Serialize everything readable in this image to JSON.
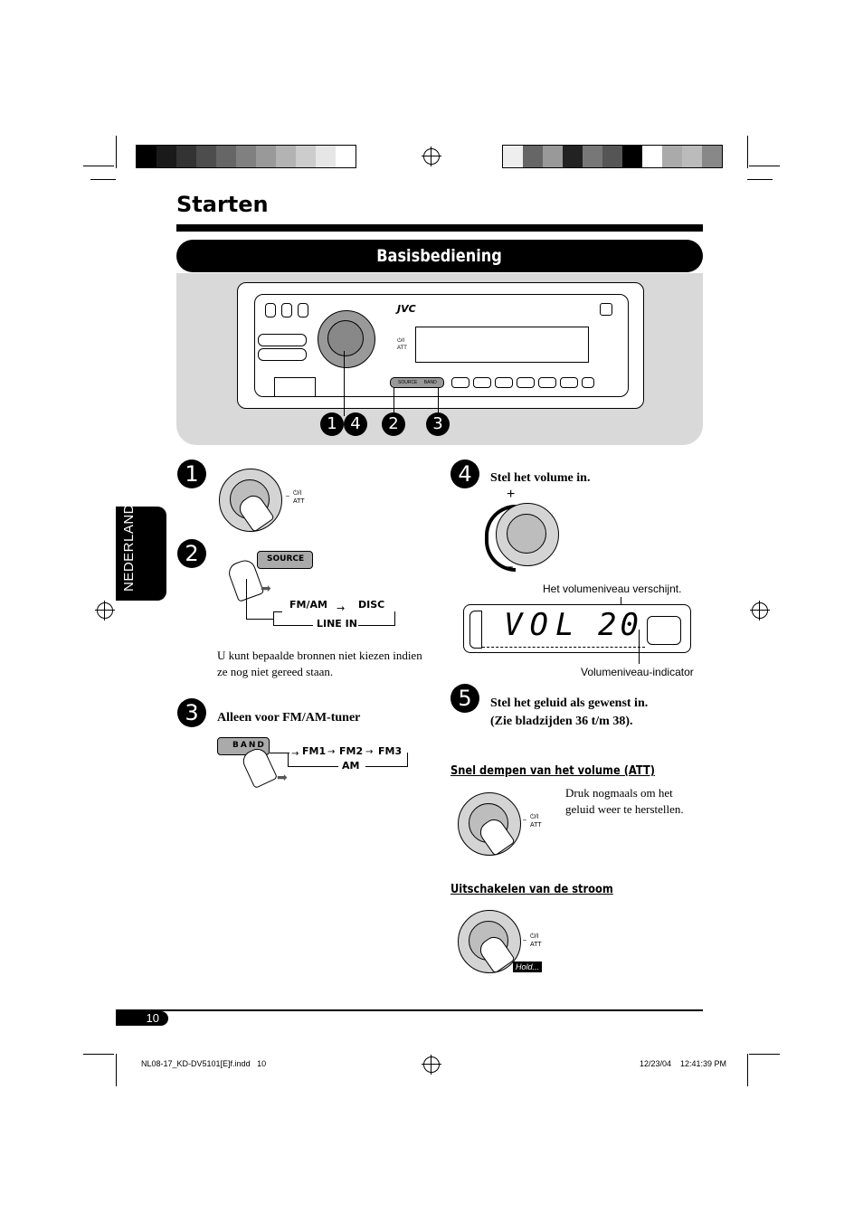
{
  "header": {
    "section_title": "Starten",
    "banner_title": "Basisbediening"
  },
  "device": {
    "brand": "JVC",
    "power_label": "⏻/I ATT",
    "source_label": "SOURCE",
    "band_label": "BAND",
    "callouts": [
      "1,4",
      "2",
      "3"
    ]
  },
  "side_tab": {
    "language": "NEDERLANDS"
  },
  "steps": {
    "step1": {
      "number": "1",
      "power_label": "⏻/I",
      "att_label": "ATT"
    },
    "step2": {
      "number": "2",
      "button_label": "SOURCE",
      "flow": {
        "a": "FM/AM",
        "b": "DISC",
        "c": "LINE IN"
      },
      "note": "U kunt bepaalde bronnen niet kiezen indien ze nog niet gereed staan."
    },
    "step3": {
      "number": "3",
      "heading": "Alleen voor FM/AM-tuner",
      "button_label": "BAND",
      "flow": {
        "a": "FM1",
        "b": "FM2",
        "c": "FM3",
        "d": "AM"
      }
    },
    "step4": {
      "number": "4",
      "heading": "Stel het volume in.",
      "plus": "+",
      "minus": "–",
      "display_text": "VOL",
      "display_value": "20",
      "caption_top": "Het volumeniveau verschijnt.",
      "caption_bottom": "Volumeniveau-indicator"
    },
    "step5": {
      "number": "5",
      "line1": "Stel het geluid als gewenst in.",
      "line2": "(Zie bladzijden 36 t/m 38)."
    }
  },
  "att_section": {
    "title": "Snel dempen van het volume (ATT)",
    "note": "Druk nogmaals om het geluid weer te herstellen.",
    "power_label": "⏻/I",
    "att_label": "ATT"
  },
  "off_section": {
    "title": "Uitschakelen van de stroom",
    "hold_label": "Hold...",
    "power_label": "⏻/I",
    "att_label": "ATT"
  },
  "footer": {
    "page_number": "10",
    "file_name": "NL08-17_KD-DV5101[E]f.indd   10",
    "date": "12/23/04",
    "time": "12:41:39 PM"
  },
  "colors": {
    "banner_bg": "#000000",
    "panel_bg": "#d9d9d9",
    "swatches_left": [
      "#000000",
      "#1a1a1a",
      "#333333",
      "#4d4d4d",
      "#666666",
      "#808080",
      "#999999",
      "#b3b3b3",
      "#cccccc",
      "#e6e6e6",
      "#ffffff"
    ],
    "swatches_right": [
      "#eeeeee",
      "#666666",
      "#999999",
      "#222222",
      "#777777",
      "#555555",
      "#000000",
      "#ffffff",
      "#aaaaaa",
      "#bbbbbb",
      "#888888"
    ]
  }
}
